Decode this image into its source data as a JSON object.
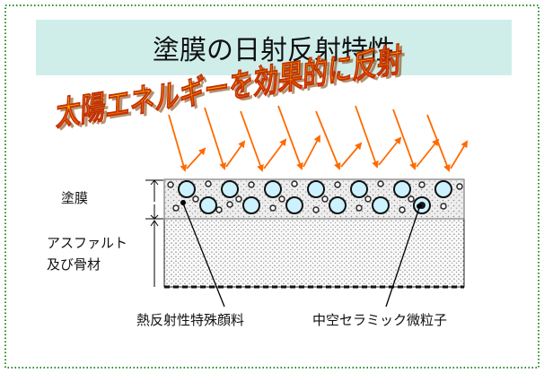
{
  "slide": {
    "title": "塗膜の日射反射特性",
    "banner": "太陽エネルギーを効果的に反射",
    "colors": {
      "title_bg": "#cfeeea",
      "frame_dot": "#2e8b2e",
      "banner_top": "#ffd200",
      "banner_bottom": "#ff3a00",
      "arrow": "#ff6a00",
      "particle_fill": "#cdf2ff"
    }
  },
  "diagram": {
    "layer_labels": {
      "coating": "塗膜",
      "asphalt_line1": "アスファルト",
      "asphalt_line2": "及び骨材"
    },
    "callouts": {
      "pigment": "熱反射性特殊顔料",
      "ceramic": "中空セラミック微粒子"
    }
  }
}
